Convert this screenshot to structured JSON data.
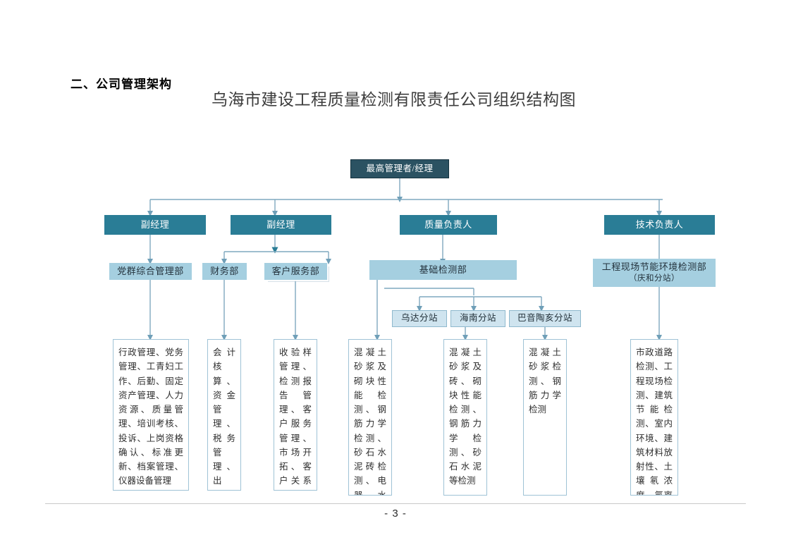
{
  "document": {
    "section_heading": "二、公司管理架构",
    "chart_title": "乌海市建设工程质量检测有限责任公司组织结构图",
    "page_number": "- 3 -"
  },
  "colors": {
    "level1_box": "#2b5262",
    "level2_box": "#2a7d96",
    "level3_box": "#a5cfe0",
    "level4_box": "#cfe4ef",
    "detail_border": "#9fc3d6",
    "connector": "#7fa9bf",
    "page_background": "#ffffff"
  },
  "chart_data": {
    "type": "diagram",
    "title": "乌海市建设工程质量检测有限责任公司组织结构图",
    "orientation": "top-down",
    "levels": 5,
    "nodes": {
      "top": {
        "label": "最高管理者/经理",
        "level": 1
      },
      "level2": [
        {
          "id": "deputy1",
          "label": "副经理"
        },
        {
          "id": "deputy2",
          "label": "副经理"
        },
        {
          "id": "quality",
          "label": "质量负责人"
        },
        {
          "id": "technical",
          "label": "技术负责人"
        }
      ],
      "level3": [
        {
          "id": "party",
          "label": "党群综合管理部"
        },
        {
          "id": "finance",
          "label": "财务部"
        },
        {
          "id": "customer",
          "label": "客户服务部"
        },
        {
          "id": "basic",
          "label": "基础检测部"
        },
        {
          "id": "energy",
          "label": "工程现场节能环境检测部",
          "sublabel": "（庆和分站）"
        }
      ],
      "level4": [
        {
          "id": "wuda",
          "label": "乌达分站"
        },
        {
          "id": "hainan",
          "label": "海南分站"
        },
        {
          "id": "bayintaohai",
          "label": "巴音陶亥分站"
        }
      ],
      "details": [
        {
          "id": "detail-party",
          "parent": "党群综合管理部",
          "text": "行政管理、党务管理、工青妇工作、后勤、固定资产管理、人力资源、质量管理、培训考核、投诉、上岗资格确认、标准更新、档案管理、仪器设备管理"
        },
        {
          "id": "detail-finance",
          "parent": "财务部",
          "text": "会计核算、资金管理、税务管理、出纳、收银"
        },
        {
          "id": "detail-customer",
          "parent": "客户服务部",
          "text": "收验样管理、检测报告管理、客户服务管理、市场开拓、客户关系维护、市场投标管理"
        },
        {
          "id": "detail-basic",
          "parent": "基础检测部",
          "text": "混凝土砂浆及砌块性能检测、钢筋力学检测、砂石水泥砖检测、电器、水暖材料及安全防护检测、掺和料检测"
        },
        {
          "id": "detail-wuda",
          "parent": "乌达分站 / 海南分站",
          "text": "混凝土砂浆及砖、砌块性能检测、钢筋力学检测、砂石水泥等检测"
        },
        {
          "id": "detail-bayin",
          "parent": "巴音陶亥分站",
          "text": "混凝土砂浆检测、钢筋力学检测"
        },
        {
          "id": "detail-energy",
          "parent": "工程现场节能环境检测部",
          "text": "市政道路检测、工程现场检测、建筑节能检测、室内环境、建筑材料放射性、土壤氡浓度、氯离子检测"
        }
      ]
    },
    "edges": [
      {
        "from": "最高管理者/经理",
        "to": "副经理"
      },
      {
        "from": "最高管理者/经理",
        "to": "副经理"
      },
      {
        "from": "最高管理者/经理",
        "to": "质量负责人"
      },
      {
        "from": "最高管理者/经理",
        "to": "技术负责人"
      },
      {
        "from": "副经理",
        "to": "党群综合管理部"
      },
      {
        "from": "副经理",
        "to": "财务部"
      },
      {
        "from": "副经理",
        "to": "客户服务部"
      },
      {
        "from": "质量负责人",
        "to": "基础检测部"
      },
      {
        "from": "技术负责人",
        "to": "工程现场节能环境检测部"
      },
      {
        "from": "基础检测部",
        "to": "乌达分站"
      },
      {
        "from": "基础检测部",
        "to": "海南分站"
      },
      {
        "from": "基础检测部",
        "to": "巴音陶亥分站"
      }
    ]
  }
}
